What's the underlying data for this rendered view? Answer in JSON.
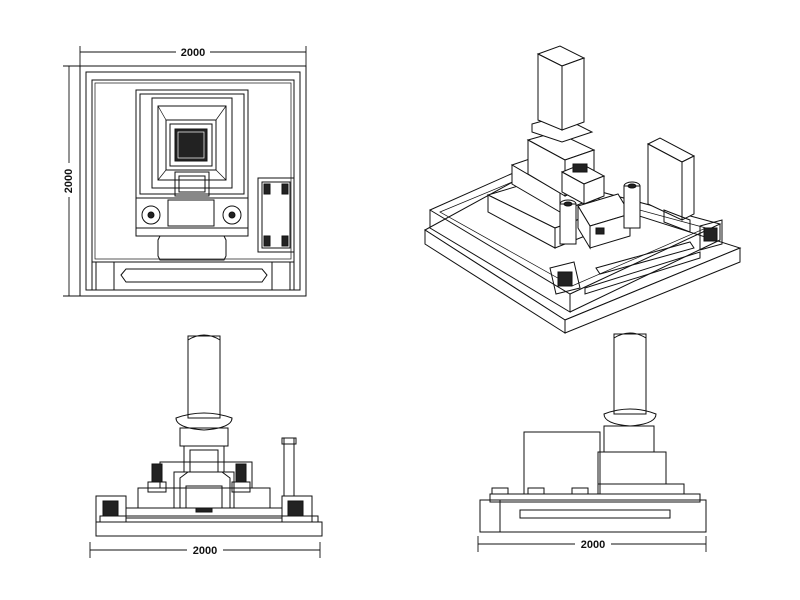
{
  "drawing": {
    "plan_width_label": "2000",
    "plan_depth_label": "2000",
    "front_width_label": "2000",
    "side_width_label": "2000"
  }
}
